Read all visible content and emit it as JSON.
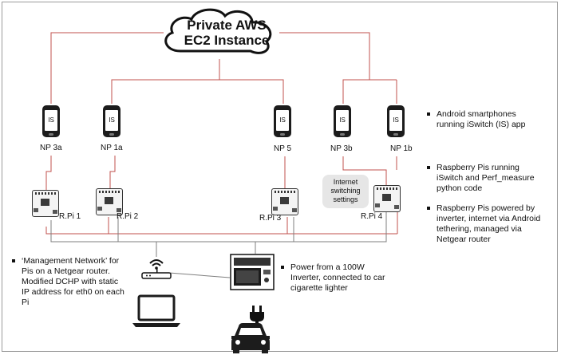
{
  "cloud": {
    "title_line1": "Private AWS",
    "title_line2": "EC2 Instance"
  },
  "phones": [
    {
      "label": "NP 3a",
      "screen": "IS"
    },
    {
      "label": "NP 1a",
      "screen": "IS"
    },
    {
      "label": "NP 5",
      "screen": "IS"
    },
    {
      "label": "NP 3b",
      "screen": "IS"
    },
    {
      "label": "NP 1b",
      "screen": "IS"
    }
  ],
  "pis": [
    {
      "label": "R.Pi 1"
    },
    {
      "label": "R.Pi 2"
    },
    {
      "label": "R.Pi 3"
    },
    {
      "label": "R.Pi 4"
    }
  ],
  "callout": {
    "line1": "Internet",
    "line2": "switching",
    "line3": "settings"
  },
  "bullets": {
    "android": [
      "Android smartphones",
      "running iSwitch (IS) app"
    ],
    "raspberry": [
      "Raspberry Pis running",
      "iSwitch and Perf_measure",
      "python code"
    ],
    "power_pis": [
      "Raspberry Pis powered by",
      "inverter, internet via Android",
      "tethering, managed via",
      "Netgear router"
    ],
    "management": [
      "‘Management Network’ for",
      "Pis on a Netgear router.",
      "Modified DCHP with static",
      "IP address for eth0  on each",
      "Pi"
    ],
    "inverter": [
      "Power from a 100W",
      "Inverter, connected to car",
      "cigarette lighter"
    ]
  },
  "colors": {
    "wire_red": "#c0504d",
    "wire_gray": "#7f7f7f",
    "dark": "#1c1c1c"
  },
  "icons": [
    "cloud-icon",
    "smartphone-icon",
    "raspberry-pi-icon",
    "router-icon",
    "laptop-icon",
    "inverter-icon",
    "plug-icon",
    "car-icon"
  ]
}
